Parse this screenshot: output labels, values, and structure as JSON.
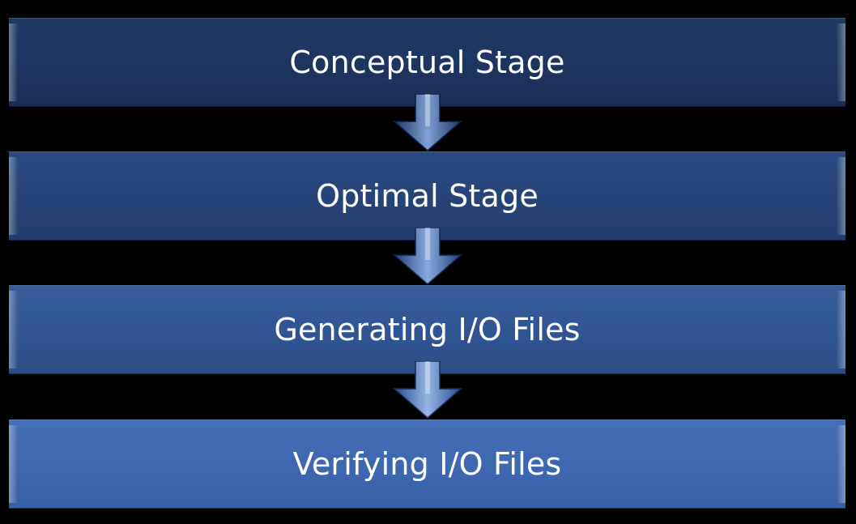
{
  "stages": [
    {
      "label": "Conceptual Stage"
    },
    {
      "label": "Optimal Stage"
    },
    {
      "label": "Generating I/O Files"
    },
    {
      "label": "Verifying I/O Files"
    }
  ],
  "colors": {
    "background": "#000000",
    "stage_1": "#1f3561",
    "stage_2": "#27447a",
    "stage_3": "#315594",
    "stage_4": "#3e68b0",
    "arrow": "#2a4f8c",
    "text": "#ffffff"
  },
  "icons": {
    "arrow": "arrow-down-icon"
  }
}
